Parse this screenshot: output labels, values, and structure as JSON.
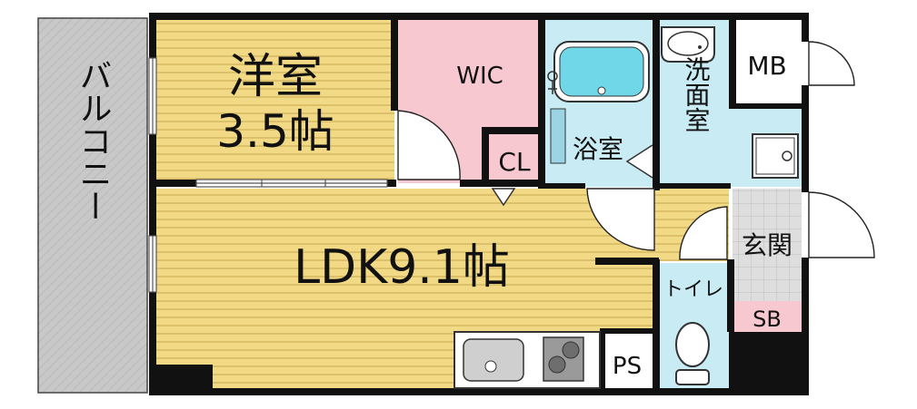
{
  "rooms": {
    "western_room_name": "洋室",
    "western_room_size": "3.5帖",
    "wic": "WIC",
    "closet": "CL",
    "bathroom": "浴室",
    "washroom": "洗面室",
    "meter_box": "MB",
    "entrance": "玄関",
    "shoe_box": "SB",
    "toilet": "トイレ",
    "pipe_space": "PS",
    "ldk": "LDK9.1帖",
    "balcony": "バルコニー"
  },
  "colors": {
    "wood_floor": "#f1d985",
    "wood_stripe": "#dcc06a",
    "wic_floor": "#f7c8cf",
    "wet_area_floor": "#c9ecf4",
    "shoe_box_floor": "#f7c8cf",
    "balcony_floor": "#c8c8c8",
    "tile_floor": "#dedede",
    "wall": "#111111"
  }
}
